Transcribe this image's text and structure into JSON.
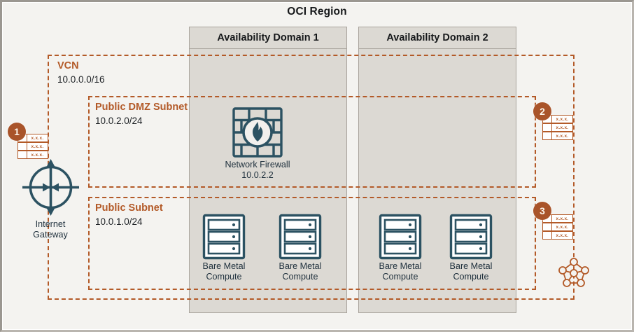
{
  "diagram": {
    "title": "OCI Region",
    "availability_domains": [
      {
        "label": "Availability Domain 1"
      },
      {
        "label": "Availability Domain 2"
      }
    ],
    "vcn": {
      "label": "VCN",
      "cidr": "10.0.0.0/16"
    },
    "subnets": [
      {
        "label": "Public DMZ Subnet",
        "cidr": "10.0.2.0/24"
      },
      {
        "label": "Public Subnet",
        "cidr": "10.0.1.0/24"
      }
    ],
    "gateway": {
      "label_line1": "Internet",
      "label_line2": "Gateway",
      "icon": "internet-gateway-icon"
    },
    "firewall": {
      "label_line1": "Network Firewall",
      "label_line2": "10.0.2.2",
      "icon": "network-firewall-icon"
    },
    "compute_instances": [
      {
        "label_line1": "Bare Metal",
        "label_line2": "Compute",
        "icon": "bare-metal-compute-icon"
      },
      {
        "label_line1": "Bare Metal",
        "label_line2": "Compute",
        "icon": "bare-metal-compute-icon"
      },
      {
        "label_line1": "Bare Metal",
        "label_line2": "Compute",
        "icon": "bare-metal-compute-icon"
      },
      {
        "label_line1": "Bare Metal",
        "label_line2": "Compute",
        "icon": "bare-metal-compute-icon"
      }
    ],
    "callouts": [
      {
        "number": "1",
        "route_table_cells": [
          "x.x.x.",
          "x.x.x.",
          "x.x.x."
        ]
      },
      {
        "number": "2",
        "route_table_cells": [
          "x.x.x.",
          "x.x.x.",
          "x.x.x."
        ]
      },
      {
        "number": "3",
        "route_table_cells": [
          "x.x.x.",
          "x.x.x.",
          "x.x.x."
        ]
      }
    ],
    "service_gateway": {
      "icon": "service-mesh-icon"
    },
    "colors": {
      "accent_orange": "#b35a28",
      "badge_orange": "#a9542a",
      "icon_teal": "#2c5262",
      "ad_fill": "#dcd9d3",
      "canvas_bg": "#f4f3f0"
    }
  }
}
